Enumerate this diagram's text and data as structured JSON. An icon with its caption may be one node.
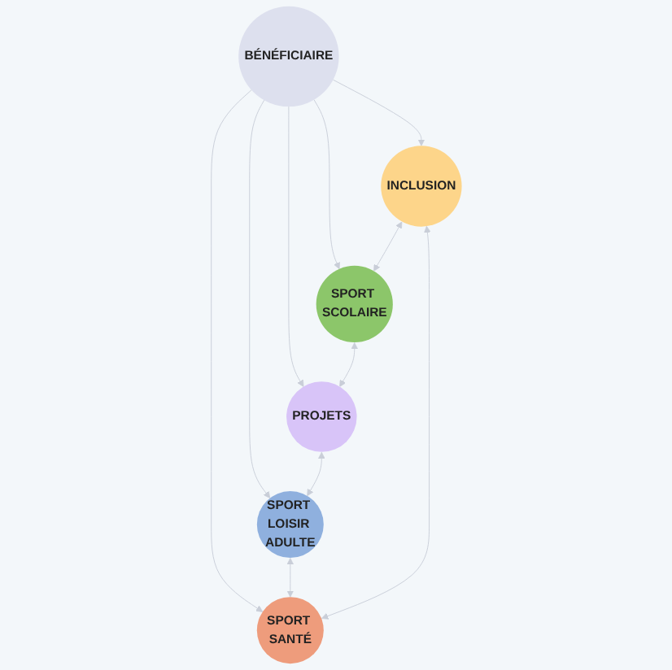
{
  "diagram": {
    "nodes": [
      {
        "text": [
          "BÉNÉFICIAIRE"
        ]
      },
      {
        "text": [
          "INCLUSION"
        ]
      },
      {
        "text": [
          "SPORT SCOLAIRE"
        ]
      },
      {
        "text": [
          "PROJETS"
        ]
      },
      {
        "text": [
          "SPORT LOISIR ADULTE"
        ]
      },
      {
        "text": [
          "SPORT SANTÉ"
        ]
      }
    ],
    "edges": [
      {
        "from": 0,
        "to": 1,
        "arrow": "to"
      },
      {
        "from": 0,
        "to": 2,
        "arrow": "to"
      },
      {
        "from": 0,
        "to": 3,
        "arrow": "to"
      },
      {
        "from": 0,
        "to": 4,
        "arrow": "to"
      },
      {
        "from": 0,
        "to": 5,
        "arrow": "to"
      },
      {
        "from": 1,
        "to": 2,
        "arrow": "both"
      },
      {
        "from": 2,
        "to": 3,
        "arrow": "both"
      },
      {
        "from": 3,
        "to": 4,
        "arrow": "both"
      },
      {
        "from": 4,
        "to": 5,
        "arrow": "both"
      },
      {
        "from": 5,
        "to": 1,
        "arrow": "both"
      }
    ]
  }
}
